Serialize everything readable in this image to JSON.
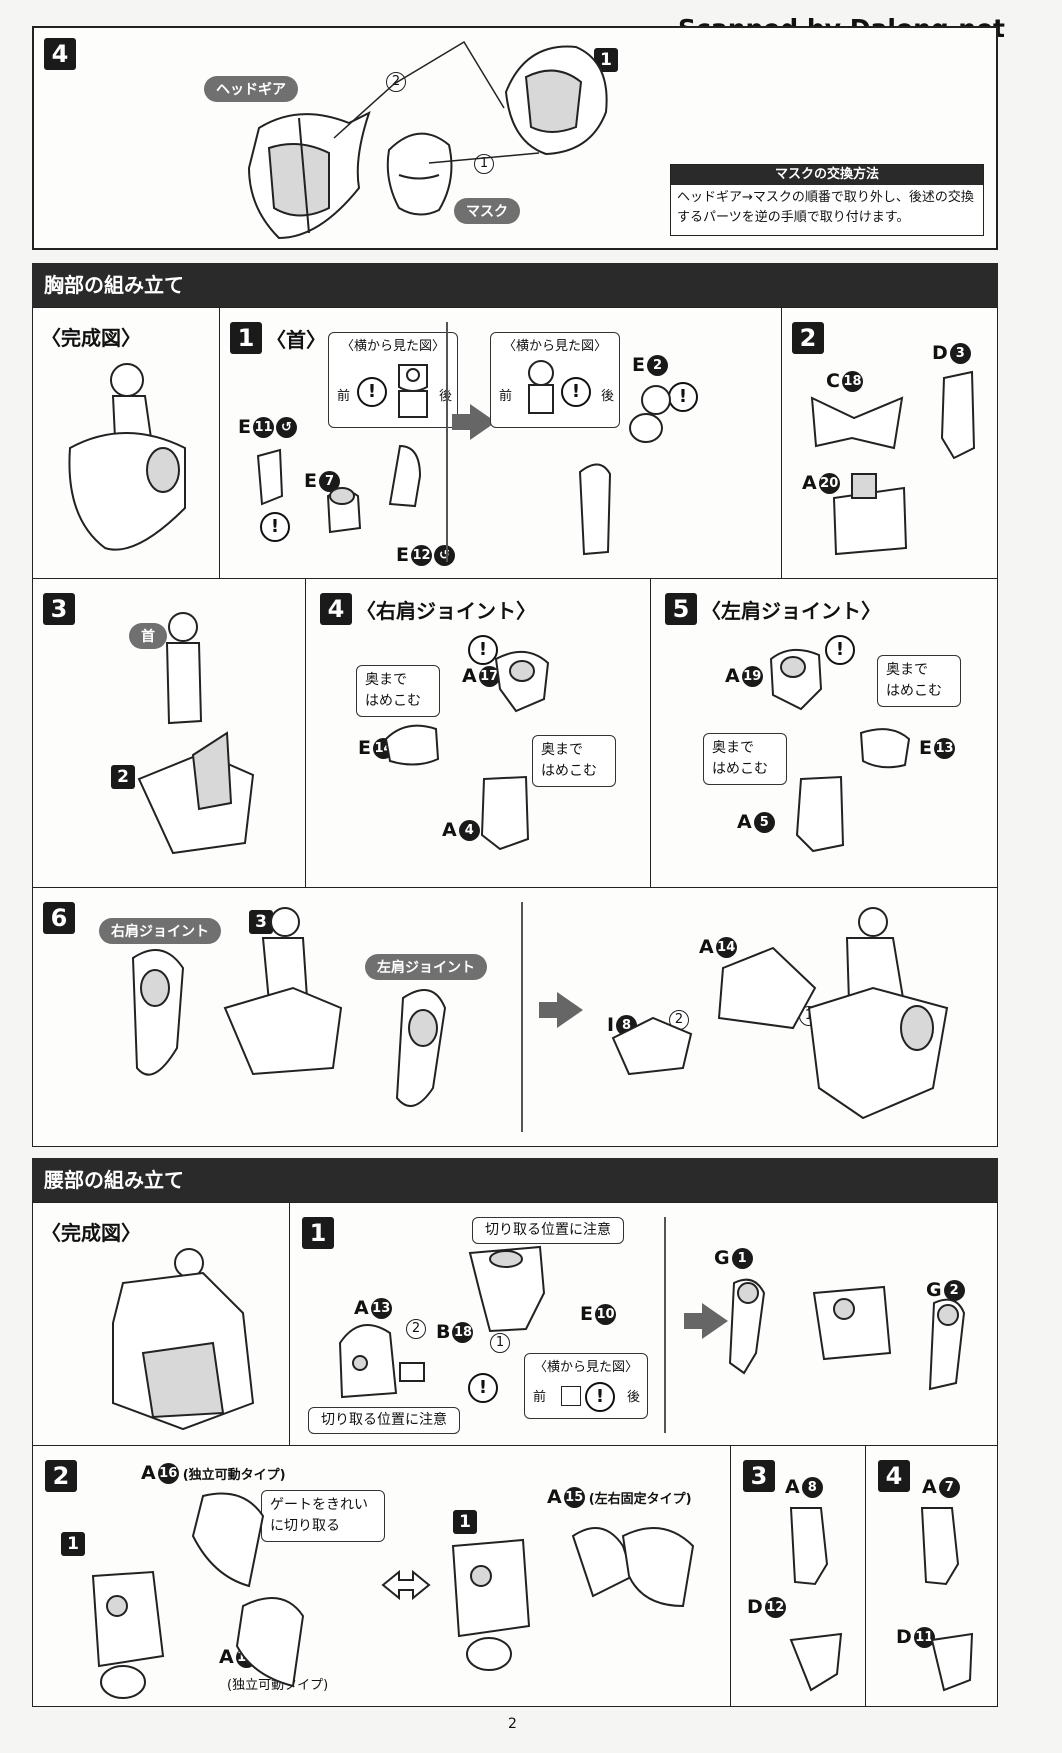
{
  "watermark": "Scanned by Dalong.net",
  "page_number": "2",
  "step4_head": {
    "num": "4",
    "headgear_pill": "ヘッドギア",
    "mask_pill": "マスク",
    "order_1": "1",
    "order_2": "2",
    "ref_num": "1",
    "mask_exchange": {
      "title": "マスクの交換方法",
      "body": "ヘッドギア→マスクの順番で取り外し、後述の交換するパーツを逆の手順で取り付けます。"
    }
  },
  "chest_section": {
    "header": "胸部の組み立て",
    "complete": "〈完成図〉",
    "step1": {
      "num": "1",
      "title": "〈首〉",
      "side_view": "〈横から見た図〉",
      "front": "前",
      "back": "後",
      "parts": [
        "E",
        "11",
        "E",
        "7",
        "E",
        "12"
      ],
      "side_view_2": "〈横から見た図〉",
      "front_2": "前",
      "back_2": "後",
      "part_e2_letter": "E",
      "part_e2_num": "2"
    },
    "step2": {
      "num": "2",
      "c": "C",
      "c_num": "18",
      "d": "D",
      "d_num": "3",
      "a": "A",
      "a_num": "20"
    },
    "step3": {
      "num": "3",
      "neck_pill": "首",
      "ref": "2"
    },
    "step4": {
      "num": "4",
      "title": "〈右肩ジョイント〉",
      "a17_l": "A",
      "a17_n": "17",
      "e14_l": "E",
      "e14_n": "14",
      "a4_l": "A",
      "a4_n": "4",
      "callout1": "奥まで\nはめこむ",
      "callout2": "奥まで\nはめこむ"
    },
    "step5": {
      "num": "5",
      "title": "〈左肩ジョイント〉",
      "a19_l": "A",
      "a19_n": "19",
      "e13_l": "E",
      "e13_n": "13",
      "a5_l": "A",
      "a5_n": "5",
      "callout1": "奥まで\nはめこむ",
      "callout2": "奥まで\nはめこむ"
    },
    "step6": {
      "num": "6",
      "right_pill": "右肩ジョイント",
      "left_pill": "左肩ジョイント",
      "ref": "3",
      "a14_l": "A",
      "a14_n": "14",
      "i8_l": "I",
      "i8_n": "8",
      "o1": "1",
      "o2": "2"
    }
  },
  "waist_section": {
    "header": "腰部の組み立て",
    "complete": "〈完成図〉",
    "step1": {
      "num": "1",
      "cut_note_top": "切り取る位置に注意",
      "cut_note_bottom": "切り取る位置に注意",
      "a13_l": "A",
      "a13_n": "13",
      "b18_l": "B",
      "b18_n": "18",
      "e10_l": "E",
      "e10_n": "10",
      "g1_l": "G",
      "g1_n": "1",
      "g2_l": "G",
      "g2_n": "2",
      "side_view": "〈横から見た図〉",
      "front": "前",
      "back": "後",
      "o1": "1",
      "o2": "2"
    },
    "step2": {
      "num": "2",
      "a16_l": "A",
      "a16_n": "16",
      "a16_note": "(独立可動タイプ)",
      "gate_note": "ゲートをきれい\nに切り取る",
      "a18_l": "A",
      "a18_n": "18",
      "a18_note": "(独立可動タイプ)",
      "a15_l": "A",
      "a15_n": "15",
      "a15_note": "(左右固定タイプ)",
      "ref_left": "1",
      "ref_right": "1"
    },
    "step3": {
      "num": "3",
      "a8_l": "A",
      "a8_n": "8",
      "d12_l": "D",
      "d12_n": "12"
    },
    "step4": {
      "num": "4",
      "a7_l": "A",
      "a7_n": "7",
      "d11_l": "D",
      "d11_n": "11"
    }
  }
}
